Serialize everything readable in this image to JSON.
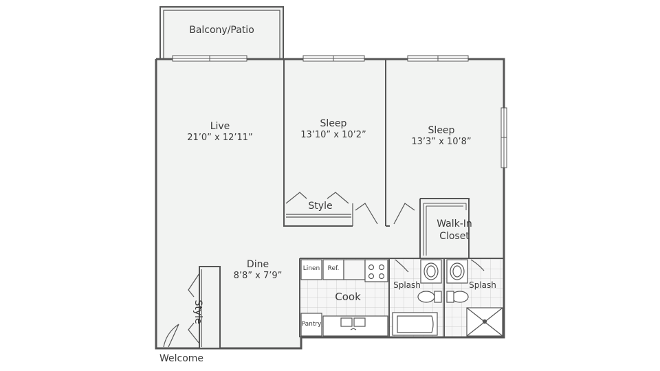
{
  "colors": {
    "wall": "#555555",
    "floor": "#f2f3f2",
    "fixture": "#ffffff",
    "tile": "#bdbdbd",
    "text": "#3a3a3a"
  },
  "rooms": {
    "balcony": {
      "name": "Balcony/Patio"
    },
    "live": {
      "name": "Live",
      "dims": "21’0” x 12’11”"
    },
    "sleep1": {
      "name": "Sleep",
      "dims": "13’10” x 10’2”"
    },
    "sleep2": {
      "name": "Sleep",
      "dims": "13’3” x 10’8”"
    },
    "style1": {
      "name": "Style"
    },
    "style2": {
      "name": "Style"
    },
    "walkin": {
      "line1": "Walk-In",
      "line2": "Closet"
    },
    "dine": {
      "name": "Dine",
      "dims": "8’8” x 7’9”"
    },
    "cook": {
      "name": "Cook"
    },
    "linen": {
      "name": "Linen"
    },
    "ref": {
      "name": "Ref."
    },
    "pantry": {
      "name": "Pantry"
    },
    "splash1": {
      "name": "Splash"
    },
    "splash2": {
      "name": "Splash"
    }
  },
  "entry": {
    "label": "Welcome"
  }
}
